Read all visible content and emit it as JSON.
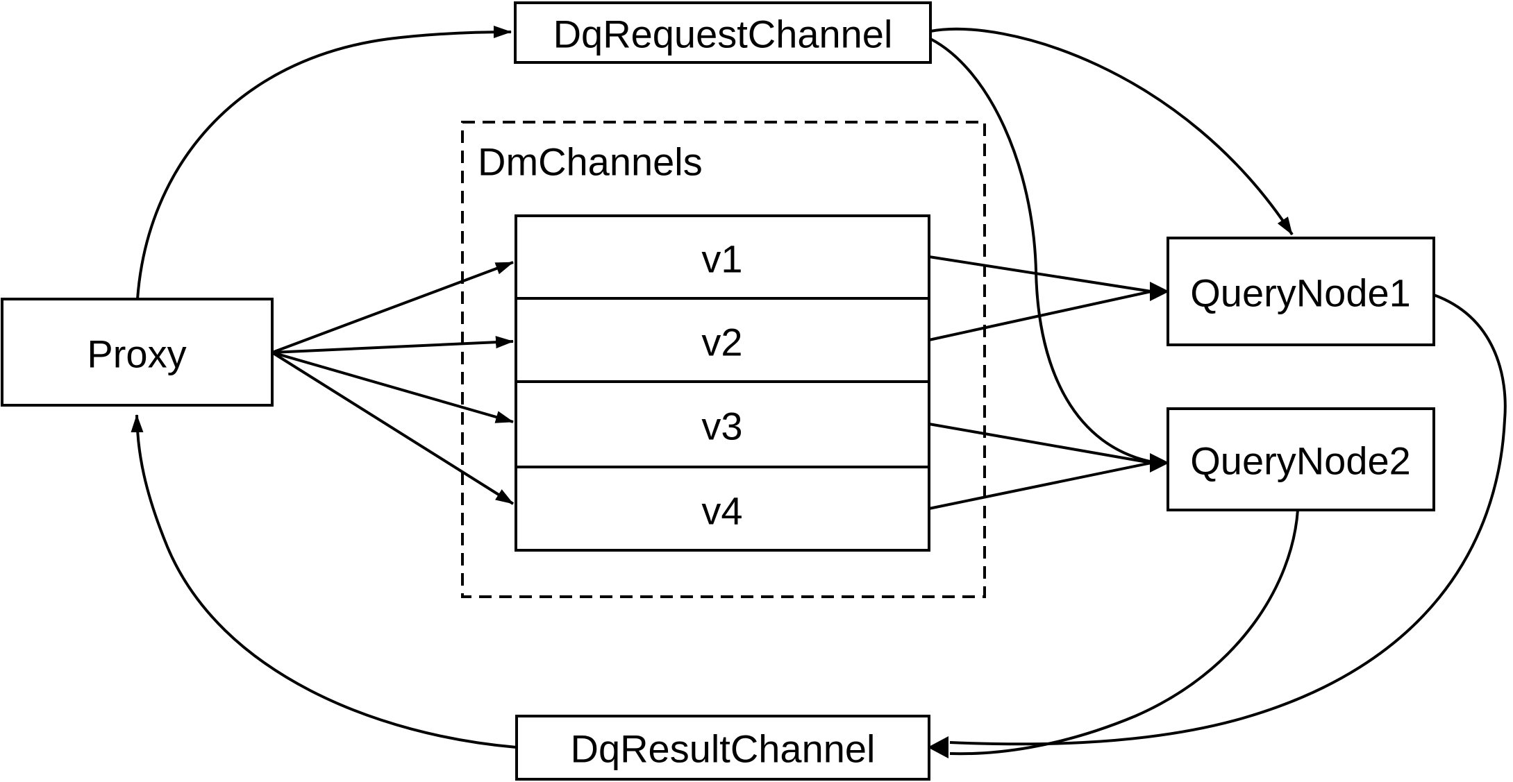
{
  "diagram": {
    "type": "flowchart",
    "colors": {
      "background": "#ffffff",
      "node_fill": "#ffffff",
      "line": "#000000",
      "text": "#000000"
    },
    "nodes": {
      "proxy": {
        "label": "Proxy"
      },
      "dq_request_channel": {
        "label": "DqRequestChannel"
      },
      "dm_channels": {
        "label": "DmChannels"
      },
      "v1": {
        "label": "v1"
      },
      "v2": {
        "label": "v2"
      },
      "v3": {
        "label": "v3"
      },
      "v4": {
        "label": "v4"
      },
      "query_node1": {
        "label": "QueryNode1"
      },
      "query_node2": {
        "label": "QueryNode2"
      },
      "dq_result_channel": {
        "label": "DqResultChannel"
      }
    },
    "edges": [
      {
        "from": "Proxy",
        "to": "DqRequestChannel"
      },
      {
        "from": "Proxy",
        "to": "v1"
      },
      {
        "from": "Proxy",
        "to": "v2"
      },
      {
        "from": "Proxy",
        "to": "v3"
      },
      {
        "from": "Proxy",
        "to": "v4"
      },
      {
        "from": "v1",
        "to": "QueryNode1"
      },
      {
        "from": "v2",
        "to": "QueryNode1"
      },
      {
        "from": "v3",
        "to": "QueryNode2"
      },
      {
        "from": "v4",
        "to": "QueryNode2"
      },
      {
        "from": "DqRequestChannel",
        "to": "QueryNode1"
      },
      {
        "from": "DqRequestChannel",
        "to": "QueryNode2"
      },
      {
        "from": "QueryNode1",
        "to": "DqResultChannel"
      },
      {
        "from": "QueryNode2",
        "to": "DqResultChannel"
      },
      {
        "from": "DqResultChannel",
        "to": "Proxy"
      }
    ]
  }
}
